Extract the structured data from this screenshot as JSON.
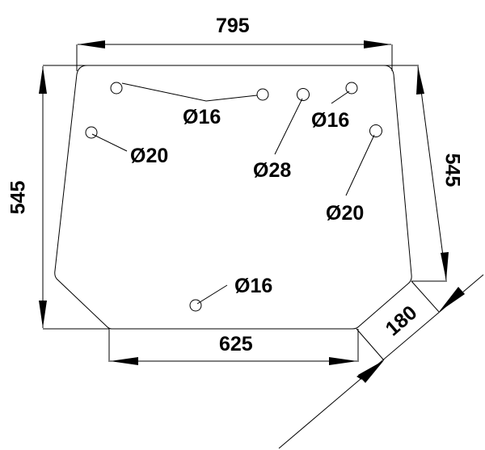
{
  "drawing": {
    "type": "glass panel dimension drawing",
    "line_color": "#000000",
    "background": "#ffffff"
  },
  "dimensions": {
    "top_width": "795",
    "left_height": "545",
    "right_height": "545",
    "bottom_width": "625",
    "chamfer": "180"
  },
  "holes": [
    {
      "label": "Ø16",
      "note": "top-left pair"
    },
    {
      "label": "Ø20",
      "note": "left"
    },
    {
      "label": "Ø28",
      "note": "center"
    },
    {
      "label": "Ø16",
      "note": "top-right"
    },
    {
      "label": "Ø20",
      "note": "right"
    },
    {
      "label": "Ø16",
      "note": "bottom"
    }
  ]
}
